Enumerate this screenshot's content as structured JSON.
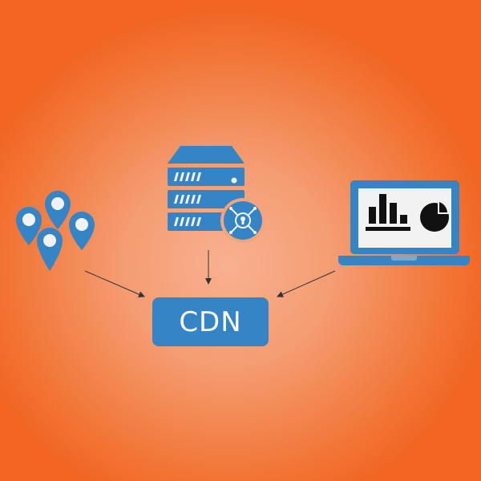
{
  "diagram": {
    "center_node": {
      "label": "CDN"
    },
    "sources": [
      {
        "name": "locations",
        "icon": "map-pins-icon"
      },
      {
        "name": "origin-server",
        "icon": "server-icon"
      },
      {
        "name": "analytics-laptop",
        "icon": "laptop-chart-icon"
      }
    ],
    "edges": [
      {
        "from": "locations",
        "to": "CDN"
      },
      {
        "from": "origin-server",
        "to": "CDN"
      },
      {
        "from": "analytics-laptop",
        "to": "CDN"
      }
    ]
  },
  "colors": {
    "background_edge": "#f26522",
    "background_center": "#f8b190",
    "icon_blue": "#3584c6",
    "icon_light": "#f2f2f2",
    "arrow": "#333333"
  }
}
